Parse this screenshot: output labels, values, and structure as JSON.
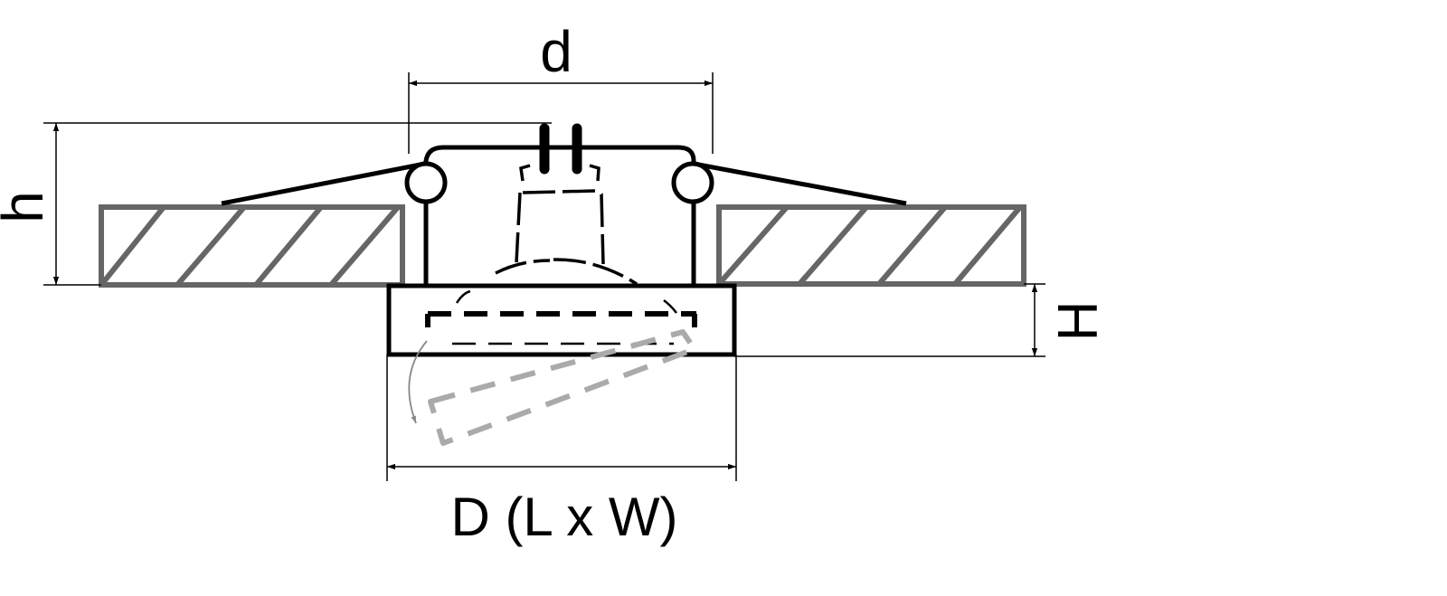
{
  "diagram": {
    "labels": {
      "d": "d",
      "h": "h",
      "H": "H",
      "D": "D (L x W)"
    },
    "colors": {
      "stroke": "#000000",
      "ceiling": "#666666",
      "tilt_ghost": "#aaaaaa",
      "background": "#ffffff"
    }
  }
}
